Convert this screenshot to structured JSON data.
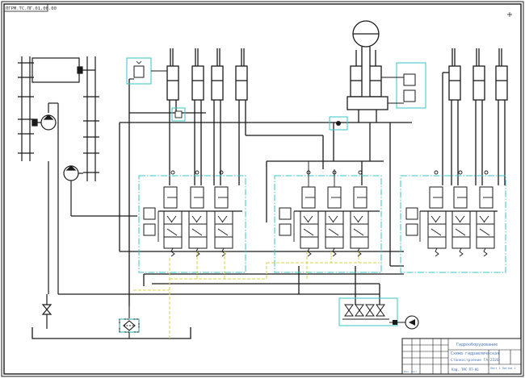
{
  "colors": {
    "line": "#1a1a1a",
    "dashdot": "#36c4c8",
    "dashed": "#d8d24a",
    "titleblock_text": "#4a78b8"
  },
  "corner_stamp": {
    "text": "ПГРМ.ТС.ПГ.01.00.00 "
  },
  "title_block": {
    "title": "Схема гидравлическая",
    "subtitle": "Гидрооборудование",
    "designation": "Станкостроение  ГА-2226",
    "small_left": "Изм. Лист",
    "sheet_info": "Лист 1 Листов 1",
    "org": "Каф. ТМС ЛТ-06"
  },
  "icons": [
    "motor-icon",
    "pump-icon",
    "check-valve-icon",
    "filter-icon",
    "cylinder-icon",
    "distributor-icon"
  ]
}
